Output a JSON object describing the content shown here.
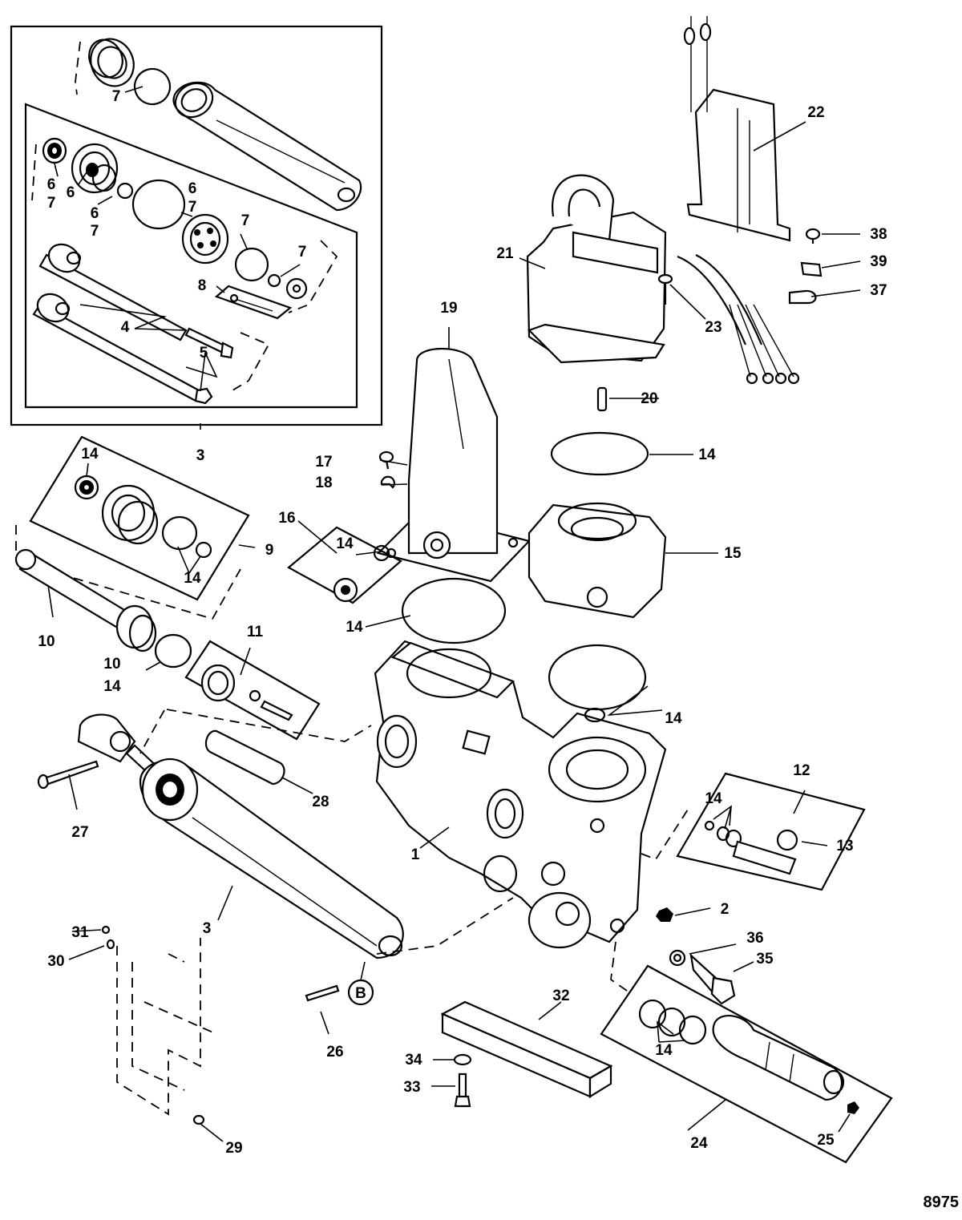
{
  "figure_number": "8975",
  "marker_label": "B",
  "callouts": {
    "c1": "1",
    "c2": "2",
    "c3_top": "3",
    "c3_cyl": "3",
    "c4": "4",
    "c5": "5",
    "c6a": "6",
    "c7a": "7",
    "c6b": "6",
    "c6c": "6",
    "c7c": "7",
    "c6d": "6",
    "c7d": "7",
    "c7top": "7",
    "c7e": "7",
    "c7f": "7",
    "c8": "8",
    "c9": "9",
    "c10a": "10",
    "c10b": "10",
    "c14_10": "14",
    "c11": "11",
    "c12": "12",
    "c13": "13",
    "c14_9a": "14",
    "c14_9b": "14",
    "c14_16": "14",
    "c14_mid": "14",
    "c14_top": "14",
    "c14_right": "14",
    "c14_12": "14",
    "c14_24": "14",
    "c15": "15",
    "c16": "16",
    "c17": "17",
    "c18": "18",
    "c19": "19",
    "c20": "20",
    "c21": "21",
    "c22": "22",
    "c23": "23",
    "c24": "24",
    "c25": "25",
    "c26": "26",
    "c27": "27",
    "c28": "28",
    "c29": "29",
    "c30": "30",
    "c31": "31",
    "c32": "32",
    "c33": "33",
    "c34": "34",
    "c35": "35",
    "c36": "36",
    "c37": "37",
    "c38": "38",
    "c39": "39"
  }
}
